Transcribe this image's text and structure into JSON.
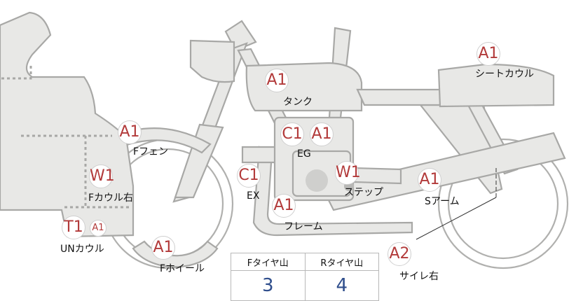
{
  "parts": [
    {
      "id": "seat-cowl",
      "label": "シートカウル",
      "badges": [
        "A1"
      ]
    },
    {
      "id": "tank",
      "label": "タンク",
      "badges": [
        "A1"
      ]
    },
    {
      "id": "f-fender",
      "label": "Fフェン",
      "badges": [
        "A1"
      ]
    },
    {
      "id": "engine",
      "label": "EG",
      "badges": [
        "C1",
        "A1"
      ]
    },
    {
      "id": "f-cowl-right",
      "label": "Fカウル右",
      "badges": [
        "W1"
      ]
    },
    {
      "id": "exhaust",
      "label": "EX",
      "badges": [
        "C1"
      ]
    },
    {
      "id": "step",
      "label": "ステップ",
      "badges": [
        "W1"
      ]
    },
    {
      "id": "swing-arm",
      "label": "Sアーム",
      "badges": [
        "A1"
      ]
    },
    {
      "id": "frame",
      "label": "フレーム",
      "badges": [
        "A1"
      ]
    },
    {
      "id": "under-cowl",
      "label": "UNカウル",
      "badges": [
        "T1",
        "A1"
      ]
    },
    {
      "id": "f-wheel",
      "label": "Fホイール",
      "badges": [
        "A1"
      ]
    },
    {
      "id": "silencer-right",
      "label": "サイレ右",
      "badges": [
        "A2"
      ]
    }
  ],
  "tire_table": {
    "headers": [
      "Fタイヤ山",
      "Rタイヤ山"
    ],
    "values": [
      "3",
      "4"
    ]
  },
  "colors": {
    "badge_text": "#b23a3a",
    "value_text": "#2f4e8c",
    "part_fill": "#e8e8e6",
    "part_stroke": "#a8a8a6"
  }
}
